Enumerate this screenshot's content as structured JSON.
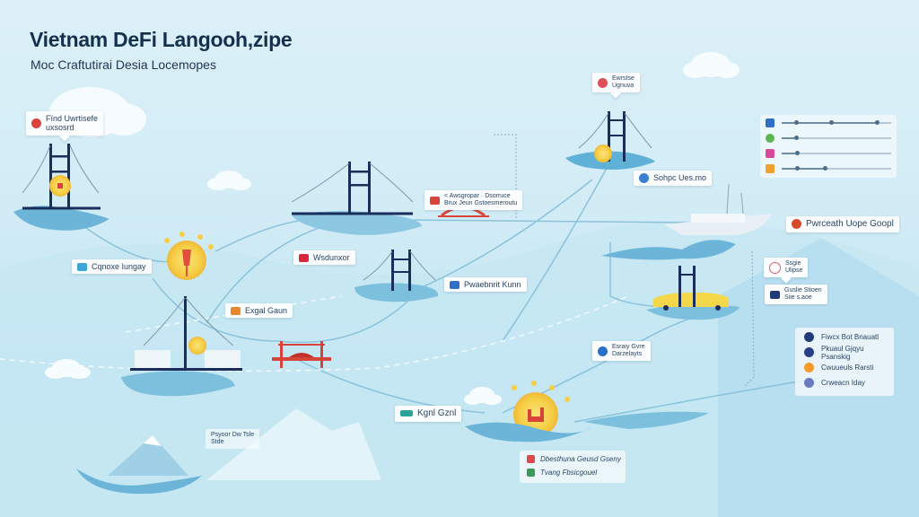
{
  "header": {
    "title": "Vietnam DeFi Langooh,zipe",
    "subtitle": "Moc Craftutirai Desia Locemopes"
  },
  "colors": {
    "navy": "#1b2d5b",
    "sky": "#d4edf7",
    "water": "#7cc0de",
    "accent_red": "#e0503c",
    "accent_yellow": "#f6cf45",
    "taxi_yellow": "#f5d84a"
  },
  "nodes": [
    {
      "id": "north-bridge",
      "icon": "suspension-bridge-icon",
      "callout": {
        "line1": "Fïnd Uwrtisefe",
        "line2": "uxsosrd",
        "icon_color": "#d9443a"
      }
    },
    {
      "id": "central-bridge",
      "icon": "suspension-bridge-icon",
      "label": {
        "line1": "< Awsgropar · Dsorruce",
        "line2": "Brux Jeun Gstoesmeroutu",
        "icon_color": "#d9443a"
      }
    },
    {
      "id": "northeast-bridge",
      "icon": "suspension-bridge-icon",
      "callout": {
        "line1": "Ewrstse",
        "line2": "Ugnuva",
        "icon_color": "#e0505a"
      },
      "label": {
        "line1": "Sohpc Ues.mo",
        "icon_color": "#3b7fd0"
      }
    },
    {
      "id": "lantern-node",
      "icon": "lantern-icon",
      "label": {
        "line1": "Cqnoxe Iungay",
        "icon_color": "#3ca6d8"
      }
    },
    {
      "id": "mid-bridge",
      "icon": "suspension-bridge-icon",
      "label": {
        "line1": "Pwaebnrit Kunn",
        "icon_color": "#2f6fc4"
      }
    },
    {
      "id": "whitelabel",
      "label": {
        "line1": "Wsdunxor",
        "icon_color": "#d9283a"
      }
    },
    {
      "id": "harbor-tower",
      "icon": "harbor-tower-icon",
      "label": {
        "line1": "Exgal Gaun",
        "icon_color": "#e8862c"
      }
    },
    {
      "id": "red-gate",
      "icon": "red-gate-icon"
    },
    {
      "id": "ship",
      "icon": "ship-icon",
      "label": {
        "line1": "Pwrceath Uope Goopl",
        "icon_color": "#d64a2a"
      }
    },
    {
      "id": "taxi-bridge",
      "icon": "taxi-bridge-icon",
      "callout": {
        "line1": "Ssgie",
        "line2": "Ulipse",
        "icon_color": "#e05a6a"
      },
      "label": {
        "line1": "Guslie Stioen",
        "line2": "Siie s.aoe",
        "icon_color": "#213a78"
      }
    },
    {
      "id": "globe-node",
      "label": {
        "line1": "Esraiy Gvre",
        "line2": "Darzelayts",
        "icon_color": "#2a6fc8"
      }
    },
    {
      "id": "sunrise",
      "icon": "sunrise-icon",
      "label": {
        "line1": "Kgnl Gznl",
        "icon_color": "#2aa39a"
      }
    },
    {
      "id": "mountain",
      "icon": "mountain-icon",
      "label": {
        "line1": "Psyoor Dw Tsle",
        "line2": "Stde"
      }
    }
  ],
  "sliders_panel": {
    "items": [
      {
        "icon": "user-icon",
        "color": "#2f6fc4",
        "value": 0.87,
        "marks": [
          0.13,
          0.45
        ]
      },
      {
        "icon": "refresh-icon",
        "color": "#5ab552",
        "value": 0.13,
        "marks": []
      },
      {
        "icon": "shield-icon",
        "color": "#d84a9a",
        "value": 0.14,
        "marks": []
      },
      {
        "icon": "briefcase-icon",
        "color": "#f0a030",
        "value": 0.39,
        "marks": [
          0.14
        ]
      }
    ]
  },
  "legend": {
    "items": [
      {
        "label": "Fiwcx Bot Bnauatl",
        "icon": "home-icon",
        "color": "#213a78"
      },
      {
        "label": "Pkuaul Gjqyu Psanskig",
        "icon": "camera-icon",
        "color": "#2b3f88"
      },
      {
        "label": "Cwuueuls Rarsti",
        "icon": "coin-icon",
        "color": "#f39a2a"
      },
      {
        "label": "Crweacn Iday",
        "icon": "compass-icon",
        "color": "#6c7bbf"
      }
    ]
  },
  "bottom_list": {
    "items": [
      {
        "label": "Dbesthuna Geusd Gseny",
        "icon": "shop-icon",
        "color": "#e0484a"
      },
      {
        "label": "Tvang Fbsicgouel",
        "icon": "wallet-icon",
        "color": "#3a9a5a"
      }
    ]
  }
}
